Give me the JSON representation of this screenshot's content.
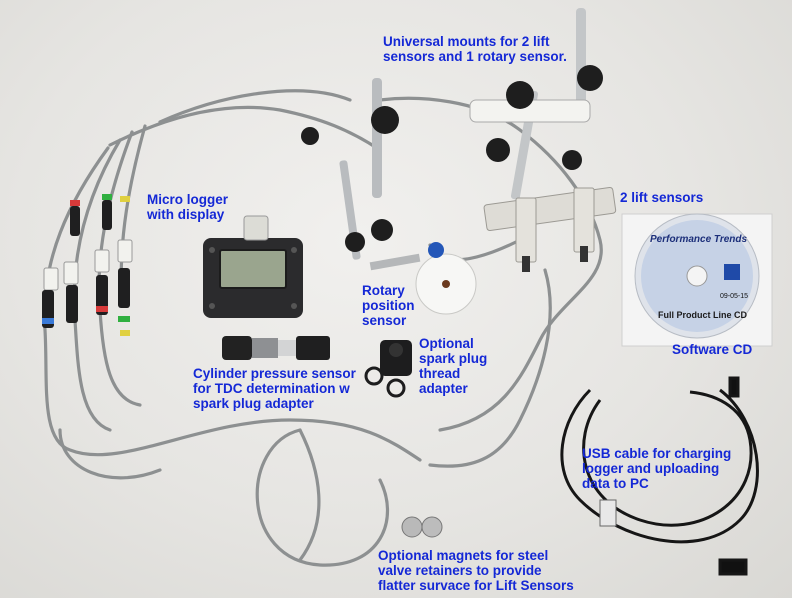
{
  "captions": {
    "universal_mounts": "Universal mounts for 2 lift\nsensors and 1 rotary sensor.",
    "micro_logger": "Micro logger\nwith display",
    "lift_sensors": "2 lift sensors",
    "rotary_sensor": "Rotary\nposition\nsensor",
    "spark_adapter": "Optional\nspark plug\nthread\nadapter",
    "cylinder_sensor": "Cylinder pressure sensor\nfor TDC determination w\nspark plug adapter",
    "software_cd": "Software CD",
    "usb_cable": "USB cable for charging\nlogger and uploading\ndata to PC",
    "magnets": "Optional magnets for steel\nvalve retainers to provide\nflatter survace for Lift Sensors"
  },
  "cd_label": {
    "title": "Performance Trends",
    "line": "Full Product Line CD",
    "date": "09-05-15"
  },
  "colors": {
    "caption": "#1428d6",
    "background": "#e9e8e6",
    "cable": "#8d9091",
    "logger": "#2b2b2d",
    "lcd": "#9aa58e",
    "wheel_hub": "#2457b8"
  }
}
